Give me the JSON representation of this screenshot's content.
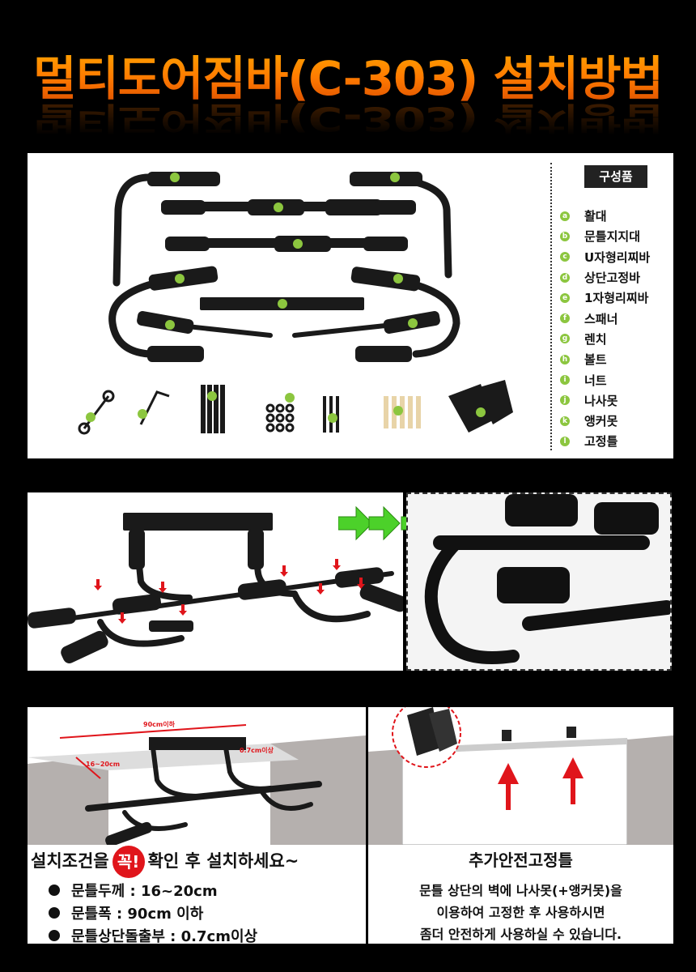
{
  "title": "멀티도어짐바(C-303) 설치방법",
  "parts": {
    "heading": "구성품",
    "items": [
      {
        "letter": "a",
        "label": "활대"
      },
      {
        "letter": "b",
        "label": "문틀지지대"
      },
      {
        "letter": "c",
        "label": "U자형리찌바"
      },
      {
        "letter": "d",
        "label": "상단고정바"
      },
      {
        "letter": "e",
        "label": "1자형리찌바"
      },
      {
        "letter": "f",
        "label": "스패너"
      },
      {
        "letter": "g",
        "label": "렌치"
      },
      {
        "letter": "h",
        "label": "볼트"
      },
      {
        "letter": "i",
        "label": "너트"
      },
      {
        "letter": "j",
        "label": "나사못"
      },
      {
        "letter": "k",
        "label": "앵커못"
      },
      {
        "letter": "l",
        "label": "고정틀"
      }
    ]
  },
  "install": {
    "width_label": "90cm이하",
    "depth_label": "16~20cm",
    "lip_label": "0.7cm이상",
    "condition_pre": "설치조건을",
    "condition_must": "꼭!",
    "condition_post": "확인 후 설치하세요~",
    "bullets": [
      "문틀두께 : 16~20cm",
      "문틀폭 : 90cm 이하",
      "문틀상단돌출부 : 0.7cm이상"
    ]
  },
  "extra": {
    "title": "추가안전고정틀",
    "lines": [
      "문틀 상단의 벽에 나사못(+앵커못)을",
      "이용하여 고정한 후 사용하시면",
      "좀더 안전하게 사용하실 수 있습니다."
    ]
  },
  "colors": {
    "accent": "#ff8a00",
    "badge": "#8cc63f",
    "red": "#e0151b",
    "arrow": "#4cd12a"
  }
}
